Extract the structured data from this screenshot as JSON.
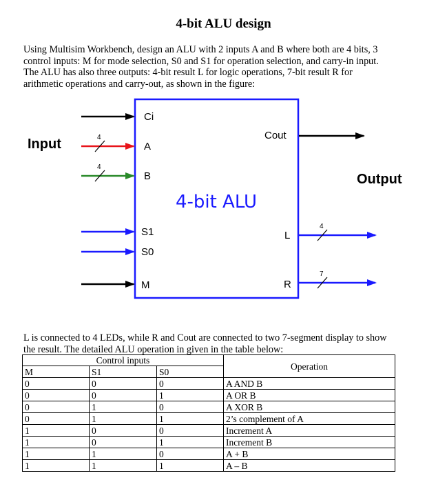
{
  "title": "4-bit ALU design",
  "intro_lines": [
    "Using Multisim Workbench, design an ALU with 2 inputs A and B where both are 4 bits, 3",
    "control inputs: M for mode selection, S0 and S1 for operation selection, and carry-in input.",
    "The ALU has also three outputs: 4-bit result L for logic operations, 7-bit result R for",
    "arithmetic operations and carry-out, as shown in the figure:"
  ],
  "figure": {
    "block_label": "4-bit ALU",
    "input_group_label": "Input",
    "output_group_label": "Output",
    "ports_in": [
      "Ci",
      "A",
      "B",
      "S1",
      "S0",
      "M"
    ],
    "ports_out": [
      "Cout",
      "L",
      "R"
    ],
    "bus_widths": {
      "A": "4",
      "B": "4",
      "L": "4",
      "R": "7"
    },
    "colors": {
      "block_border": "#1a1aff",
      "red": "#e8141a",
      "green": "#2a8a2a",
      "blue": "#1a1aff",
      "black": "#000000"
    }
  },
  "caption_lines": [
    "L is connected to 4 LEDs, while R and Cout are connected to two 7-segment display to show",
    "the result. The detailed ALU operation in given in the table below:"
  ],
  "table": {
    "control_inputs_label": "Control inputs",
    "headers": {
      "m": "M",
      "s1": "S1",
      "s0": "S0",
      "operation": "Operation"
    },
    "rows": [
      {
        "m": "0",
        "s1": "0",
        "s0": "0",
        "op": "A AND B"
      },
      {
        "m": "0",
        "s1": "0",
        "s0": "1",
        "op": "A OR B"
      },
      {
        "m": "0",
        "s1": "1",
        "s0": "0",
        "op": "A XOR B"
      },
      {
        "m": "0",
        "s1": "1",
        "s0": "1",
        "op": "2’s complement of A"
      },
      {
        "m": "1",
        "s1": "0",
        "s0": "0",
        "op": "Increment A"
      },
      {
        "m": "1",
        "s1": "0",
        "s0": "1",
        "op": "Increment B"
      },
      {
        "m": "1",
        "s1": "1",
        "s0": "0",
        "op": "A + B"
      },
      {
        "m": "1",
        "s1": "1",
        "s0": "1",
        "op": "A – B"
      }
    ]
  }
}
